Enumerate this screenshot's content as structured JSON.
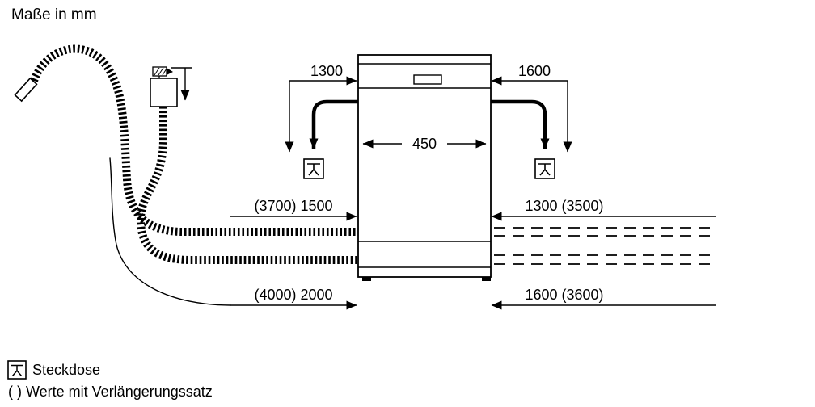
{
  "title": "Maße in mm",
  "diagram": {
    "dim_width": "450",
    "dim_left_top": "1300",
    "dim_right_top": "1600",
    "dim_left_mid": "(3700) 1500",
    "dim_right_mid": "1300 (3500)",
    "dim_left_bottom": "(4000) 2000",
    "dim_right_bottom": "1600 (3600)"
  },
  "legend": {
    "socket_label": "Steckdose",
    "extension_note": "( ) Werte mit Verlängerungssatz"
  },
  "icons": {
    "socket": "power-socket-icon",
    "tap": "water-tap-icon",
    "drain_end": "drain-hose-end-icon"
  },
  "colors": {
    "line": "#000000",
    "background": "#ffffff"
  }
}
